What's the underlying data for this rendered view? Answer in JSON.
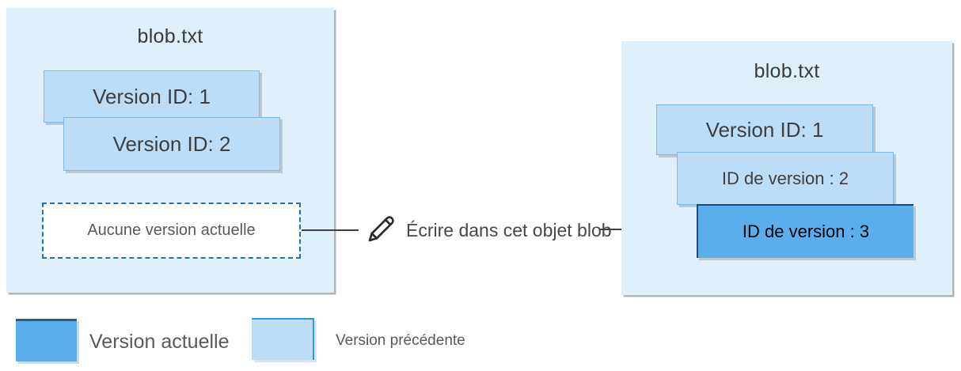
{
  "colors": {
    "panel_bg": "#DFF0FA",
    "previous_version_fill": "#BDDDF7",
    "previous_version_border": "#7FB9EA",
    "current_version_fill": "#5BAEEC",
    "current_version_border": "#24476F",
    "dashed_border": "#1F72B8",
    "arrow": "#404040",
    "muted_text": "#595959",
    "dark_text": "#3B3B3B"
  },
  "left_panel": {
    "title": "blob.txt",
    "versions": [
      {
        "label": "Version ID: 1",
        "state": "previous"
      },
      {
        "label": "Version ID: 2",
        "state": "previous"
      }
    ],
    "placeholder": {
      "label": "Aucune version actuelle"
    }
  },
  "action": {
    "icon": "pencil-icon",
    "label": "Écrire dans cet objet blob"
  },
  "right_panel": {
    "title": "blob.txt",
    "versions": [
      {
        "label": "Version ID: 1",
        "state": "previous"
      },
      {
        "label": "ID de version : 2",
        "state": "previous"
      },
      {
        "label": "ID de version : 3",
        "state": "current"
      }
    ]
  },
  "legend": {
    "items": [
      {
        "label": "Version actuelle",
        "swatch_color": "#5BAEEC"
      },
      {
        "label": "Version précédente",
        "swatch_color": "#BDDCF5"
      }
    ]
  }
}
